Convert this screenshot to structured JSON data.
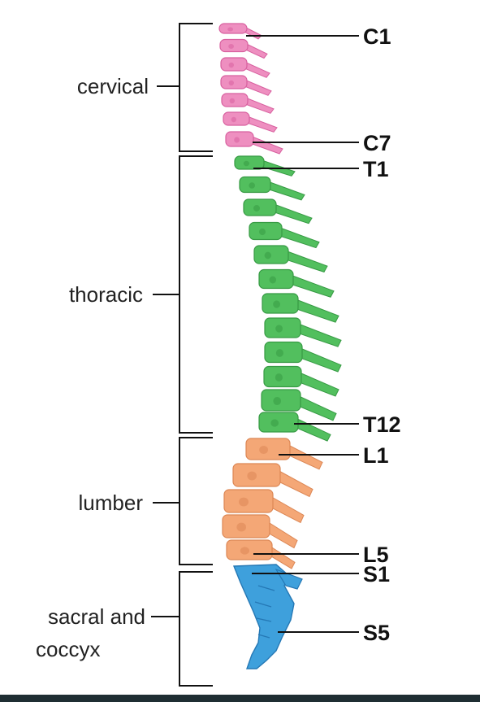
{
  "colors": {
    "cervical": "#ee8fc0",
    "cervical_dark": "#d8609f",
    "thoracic": "#52bf5e",
    "thoracic_dark": "#379a44",
    "lumbar": "#f4a776",
    "lumbar_dark": "#dc8755",
    "sacral": "#3ea0dc",
    "sacral_dark": "#2578b5",
    "line": "#111111",
    "bottom_bar": "#1f2e33"
  },
  "regions": {
    "cervical": {
      "label": "cervical"
    },
    "thoracic": {
      "label": "thoracic"
    },
    "lumbar": {
      "label": "lumber"
    },
    "sacral": {
      "label_line1": "sacral and",
      "label_line2": "coccyx"
    }
  },
  "vertebra_labels": {
    "c1": "C1",
    "c7": "C7",
    "t1": "T1",
    "t12": "T12",
    "l1": "L1",
    "l5": "L5",
    "s1": "S1",
    "s5": "S5"
  }
}
